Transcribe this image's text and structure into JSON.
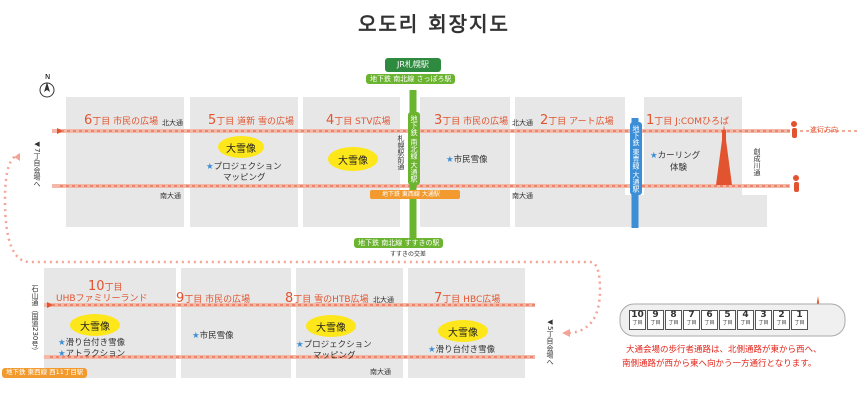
{
  "title": "오도리 회장지도",
  "compass": "N",
  "stations": {
    "jr": "JR札幌駅",
    "namboku_sapporo": "地下鉄 南北線 さっぽろ駅",
    "namboku_susukino": "地下鉄 南北線 すすきの駅",
    "susukino_crossing": "すすきの交差",
    "odori": "地下鉄 東西線 大通駅",
    "nishi11": "地下鉄 東西線 西11丁目駅",
    "namboku_vertical": "地下鉄 南北線 大通駅",
    "toho_vertical": "地下鉄 東豊線 大通駅",
    "sapporo_ekimae": "札幌駅前通"
  },
  "streets": {
    "north": "北大通",
    "south": "南大通",
    "sosei": "創成川通",
    "ishiyama": "石山通（国道230号）",
    "to7_top": "◀7丁目会場へ",
    "to7_bottom": "◀5丁目会場へ"
  },
  "blocks_top": [
    {
      "num": "6",
      "unit": "丁目",
      "name": "市民の広場"
    },
    {
      "num": "5",
      "unit": "丁目",
      "name": "道新 雪の広場"
    },
    {
      "num": "4",
      "unit": "丁目",
      "name": "STV広場"
    },
    {
      "num": "3",
      "unit": "丁目",
      "name": "市民の広場"
    },
    {
      "num": "2",
      "unit": "丁目",
      "name": "アート広場"
    },
    {
      "num": "1",
      "unit": "丁目",
      "name": "J:COMひろば"
    }
  ],
  "blocks_bottom": [
    {
      "num": "10",
      "unit": "丁目",
      "name": "UHBファミリーランド"
    },
    {
      "num": "9",
      "unit": "丁目",
      "name": "市民の広場"
    },
    {
      "num": "8",
      "unit": "丁目",
      "name": "雪のHTB広場"
    },
    {
      "num": "7",
      "unit": "丁目",
      "name": "HBC広場"
    }
  ],
  "snow_label": "大雪像",
  "features": {
    "b5": [
      "プロジェクション",
      "マッピング"
    ],
    "b3": "市民雪像",
    "b1": [
      "カーリング",
      "体験"
    ],
    "b10": [
      "滑り台付き雪像",
      "アトラクション"
    ],
    "b9": "市民雪像",
    "b8": [
      "プロジェクション",
      "マッピング"
    ],
    "b7": "滑り台付き雪像"
  },
  "direction_label": "進行方向",
  "legend_numbers": [
    "10",
    "9",
    "8",
    "7",
    "6",
    "5",
    "4",
    "3",
    "2",
    "1"
  ],
  "legend_unit": "丁目",
  "note": [
    "大通会場の歩行者通路は、北側通路が東から西へ、",
    "南側通路が西から東へ向かう一方通行となります。"
  ],
  "colors": {
    "accent": "#e2542f",
    "snow": "#fde61a",
    "green": "#6ab42f",
    "orange": "#f29a2e",
    "blue": "#3c8fd6"
  }
}
